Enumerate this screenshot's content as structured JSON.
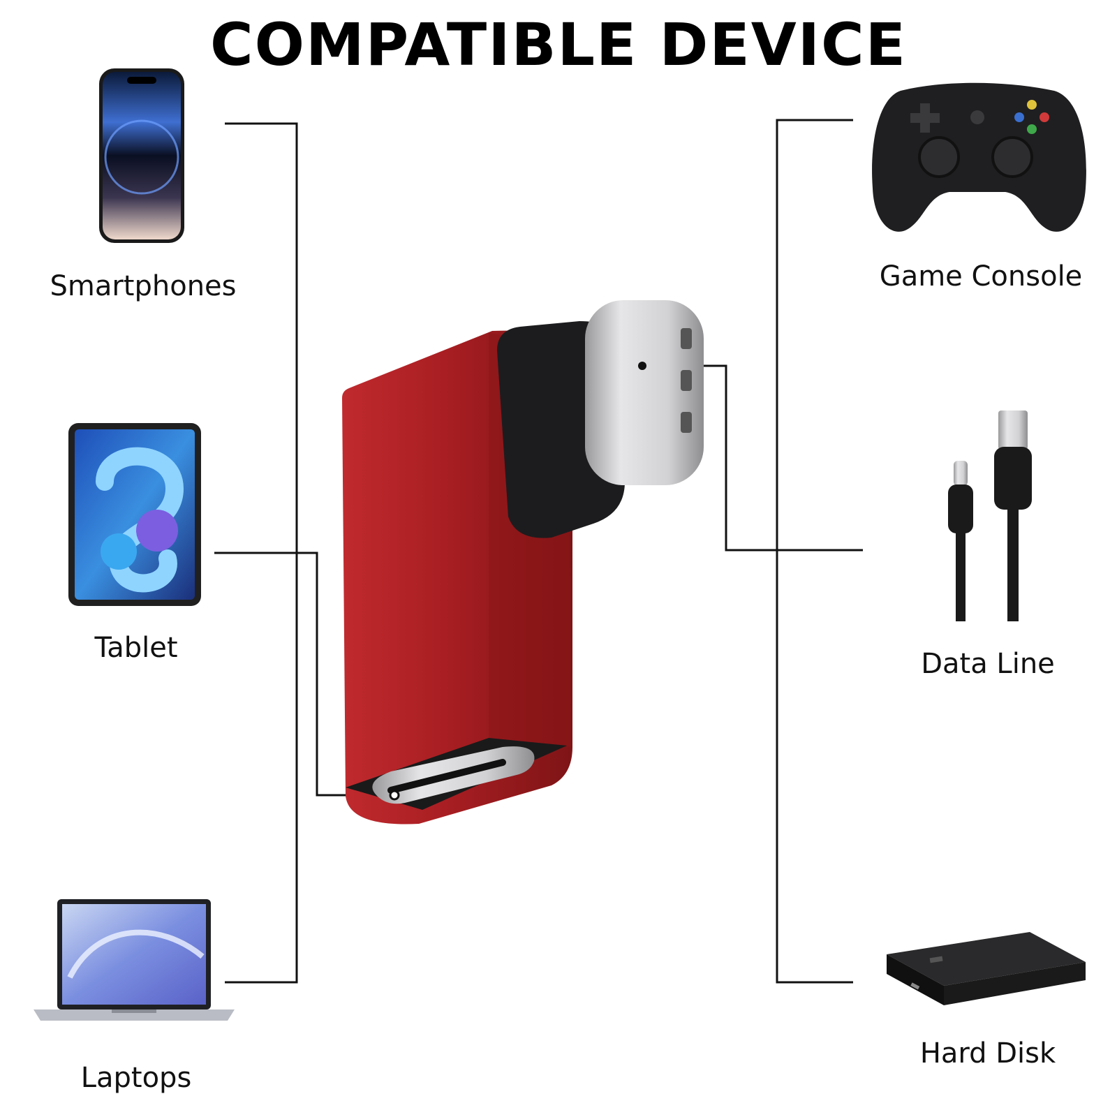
{
  "title": "COMPATIBLE DEVICE",
  "colors": {
    "adapter_red": "#a81e22",
    "adapter_dark_red": "#7e1416",
    "plug_silver": "#c9c9cb",
    "black": "#1b1b1b",
    "line": "#111111"
  },
  "left_devices": [
    {
      "label": "Smartphones",
      "icon": "smartphone-icon"
    },
    {
      "label": "Tablet",
      "icon": "tablet-icon"
    },
    {
      "label": "Laptops",
      "icon": "laptop-icon"
    }
  ],
  "right_devices": [
    {
      "label": "Game Console",
      "icon": "game-controller-icon"
    },
    {
      "label": "Data Line",
      "icon": "usb-cable-icon"
    },
    {
      "label": "Hard Disk",
      "icon": "hard-disk-icon"
    }
  ],
  "product": {
    "icon": "usb-c-right-angle-adapter-icon"
  }
}
